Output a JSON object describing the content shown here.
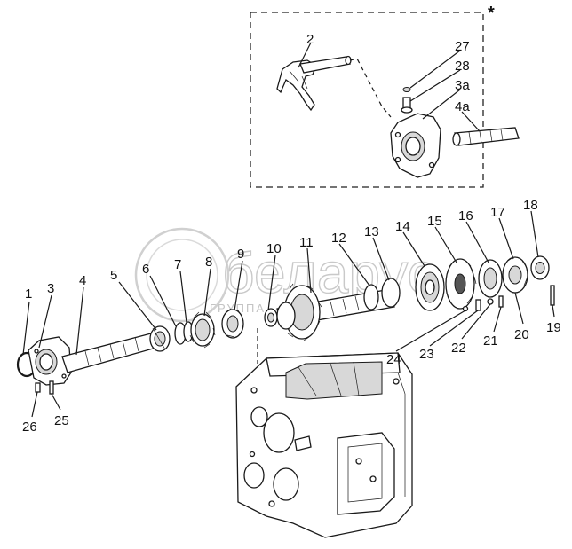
{
  "asterisk": "*",
  "watermark": {
    "brand": "беларус",
    "sub": "ГРУППА"
  },
  "labels": {
    "p1": "1",
    "p2": "2",
    "p3": "3",
    "p3a": "3а",
    "p4": "4",
    "p4a": "4а",
    "p5": "5",
    "p6": "6",
    "p7": "7",
    "p8": "8",
    "p9": "9",
    "p10": "10",
    "p11": "11",
    "p12": "12",
    "p13": "13",
    "p14": "14",
    "p15": "15",
    "p16": "16",
    "p17": "17",
    "p18": "18",
    "p19": "19",
    "p20": "20",
    "p21": "21",
    "p22": "22",
    "p23": "23",
    "p24": "24",
    "p25": "25",
    "p26": "26",
    "p27": "27",
    "p28": "28"
  }
}
